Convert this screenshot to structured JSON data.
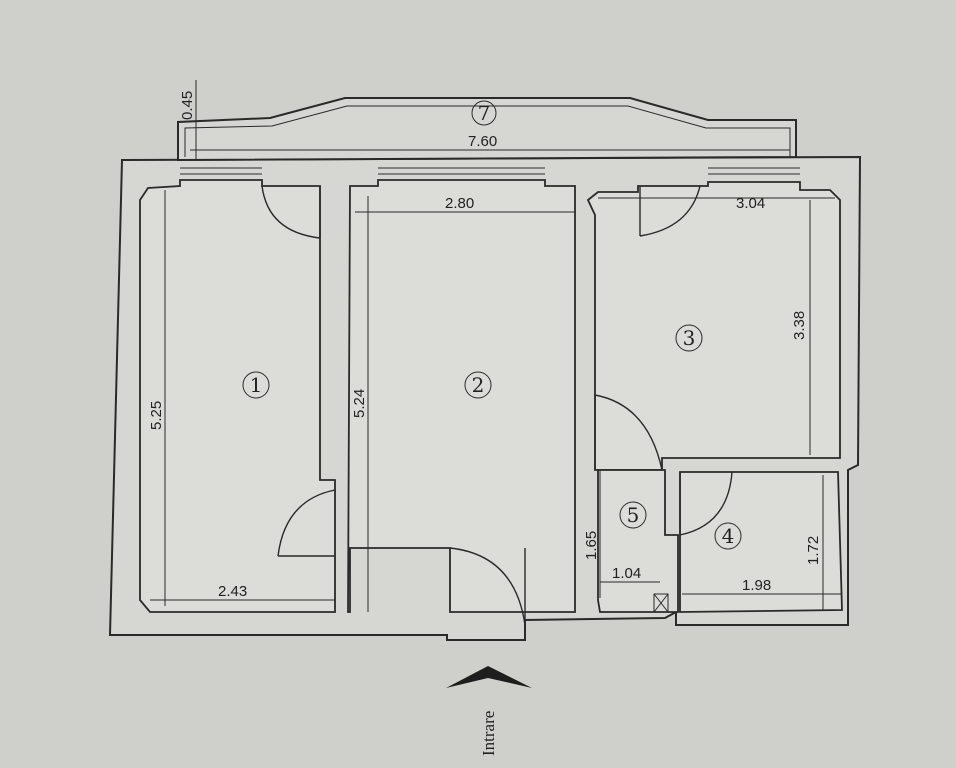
{
  "rooms": [
    {
      "id": "1",
      "label": "1"
    },
    {
      "id": "2",
      "label": "2"
    },
    {
      "id": "3",
      "label": "3"
    },
    {
      "id": "4",
      "label": "4"
    },
    {
      "id": "5",
      "label": "5"
    },
    {
      "id": "7",
      "label": "7"
    }
  ],
  "dimensions": {
    "balcony_depth": "0.45",
    "balcony_length": "7.60",
    "room1_width": "2.43",
    "room1_length": "5.25",
    "room2_width": "2.80",
    "room2_length": "5.24",
    "room3_width": "3.04",
    "room3_length": "3.38",
    "room4_width": "1.98",
    "room4_length": "1.72",
    "room5_width": "1.04",
    "room5_length": "1.65"
  },
  "entrance_label": "Intrare"
}
